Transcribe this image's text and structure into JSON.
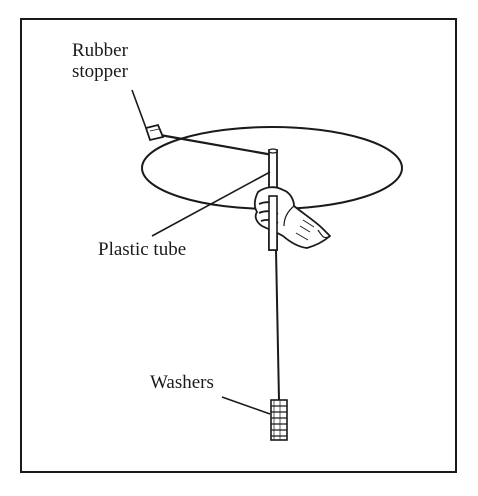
{
  "labels": {
    "rubber_stopper_line1": "Rubber",
    "rubber_stopper_line2": "stopper",
    "plastic_tube": "Plastic tube",
    "washers": "Washers"
  },
  "colors": {
    "ink": "#1a1a1a",
    "background": "#ffffff"
  }
}
